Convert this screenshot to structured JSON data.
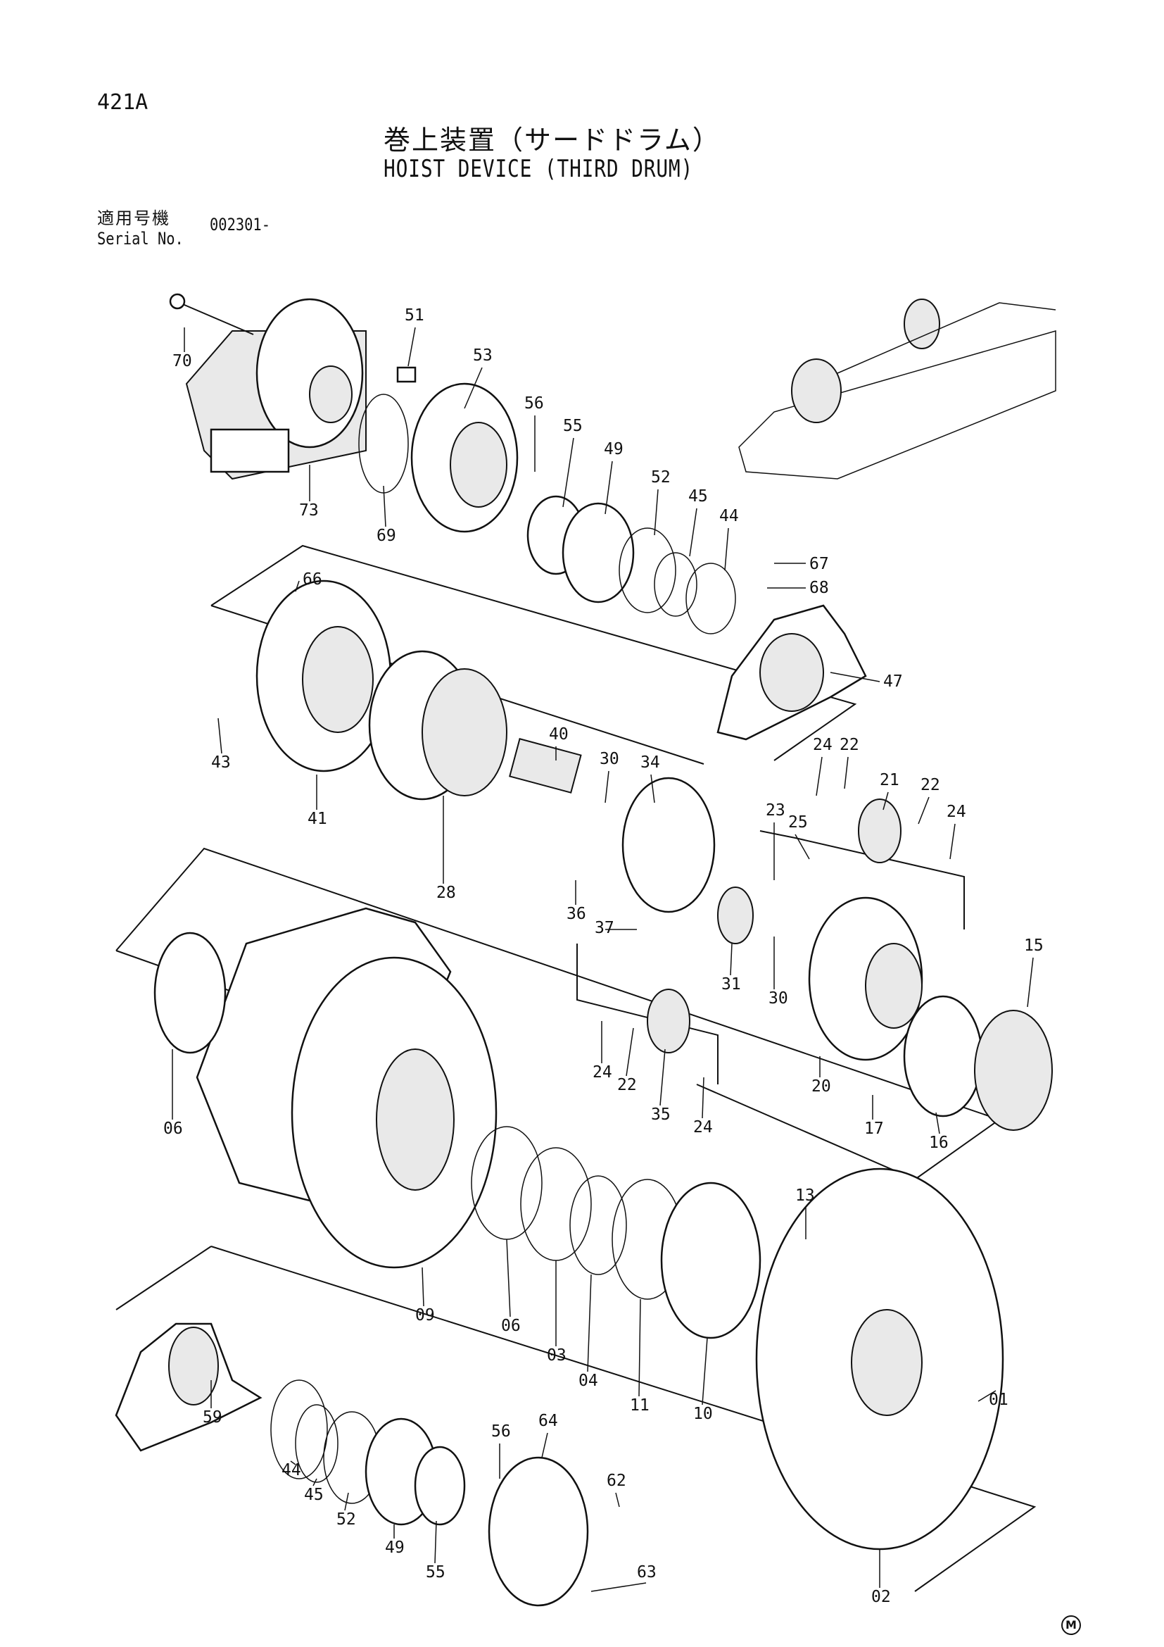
{
  "header": {
    "page_number": "421A",
    "title_jp": "巻上装置（サードドラム）",
    "title_en": "HOIST DEVICE (THIRD DRUM)"
  },
  "serial": {
    "label_jp": "適用号機",
    "label_en": "Serial No.",
    "value": "002301-"
  },
  "parts": [
    {
      "no": "70"
    },
    {
      "no": "73"
    },
    {
      "no": "51"
    },
    {
      "no": "53"
    },
    {
      "no": "69"
    },
    {
      "no": "56"
    },
    {
      "no": "55"
    },
    {
      "no": "49"
    },
    {
      "no": "52"
    },
    {
      "no": "45"
    },
    {
      "no": "44"
    },
    {
      "no": "67"
    },
    {
      "no": "68"
    },
    {
      "no": "66"
    },
    {
      "no": "47"
    },
    {
      "no": "43"
    },
    {
      "no": "41"
    },
    {
      "no": "28"
    },
    {
      "no": "40"
    },
    {
      "no": "30"
    },
    {
      "no": "34"
    },
    {
      "no": "24"
    },
    {
      "no": "22"
    },
    {
      "no": "21"
    },
    {
      "no": "22"
    },
    {
      "no": "24"
    },
    {
      "no": "23"
    },
    {
      "no": "25"
    },
    {
      "no": "36"
    },
    {
      "no": "37"
    },
    {
      "no": "31"
    },
    {
      "no": "30"
    },
    {
      "no": "15"
    },
    {
      "no": "20"
    },
    {
      "no": "24"
    },
    {
      "no": "22"
    },
    {
      "no": "35"
    },
    {
      "no": "24"
    },
    {
      "no": "17"
    },
    {
      "no": "16"
    },
    {
      "no": "06"
    },
    {
      "no": "09"
    },
    {
      "no": "06"
    },
    {
      "no": "03"
    },
    {
      "no": "04"
    },
    {
      "no": "11"
    },
    {
      "no": "10"
    },
    {
      "no": "13"
    },
    {
      "no": "01"
    },
    {
      "no": "02"
    },
    {
      "no": "59"
    },
    {
      "no": "44"
    },
    {
      "no": "45"
    },
    {
      "no": "52"
    },
    {
      "no": "49"
    },
    {
      "no": "55"
    },
    {
      "no": "56"
    },
    {
      "no": "64"
    },
    {
      "no": "62"
    },
    {
      "no": "63"
    }
  ],
  "footer": {
    "mark": "M"
  }
}
